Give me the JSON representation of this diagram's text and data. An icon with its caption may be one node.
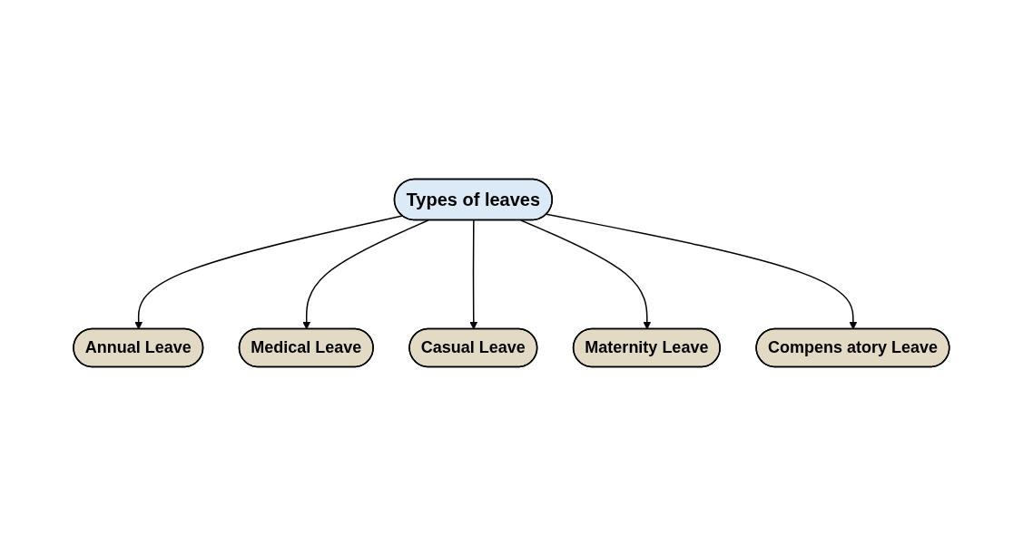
{
  "diagram": {
    "nodes": [
      {
        "text": [
          "Types of leaves"
        ]
      },
      {
        "text": [
          "Annual Leave"
        ]
      },
      {
        "text": [
          "Medical Leave"
        ]
      },
      {
        "text": [
          "Casual Leave"
        ]
      },
      {
        "text": [
          "Maternity Leave"
        ]
      },
      {
        "text": [
          "Compens atory Leave"
        ]
      }
    ],
    "edges": [
      {
        "from": 0,
        "to": 1,
        "arrow": "to"
      },
      {
        "from": 0,
        "to": 2,
        "arrow": "to"
      },
      {
        "from": 0,
        "to": 3,
        "arrow": "to"
      },
      {
        "from": 0,
        "to": 4,
        "arrow": "to"
      },
      {
        "from": 0,
        "to": 5,
        "arrow": "to"
      }
    ]
  }
}
